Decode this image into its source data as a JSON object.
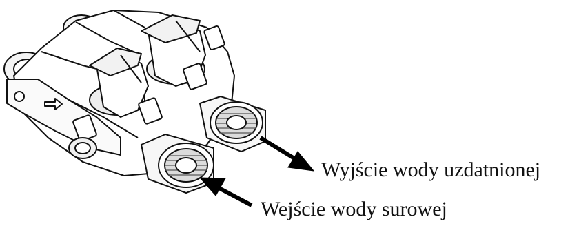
{
  "diagram": {
    "subject": "bypass-valve-line-drawing",
    "labels": {
      "outlet": "Wyjście wody uzdatnionej",
      "inlet": "Wejście wody surowej"
    },
    "colors": {
      "line": "#111111",
      "background": "#ffffff",
      "arrow": "#000000"
    }
  }
}
